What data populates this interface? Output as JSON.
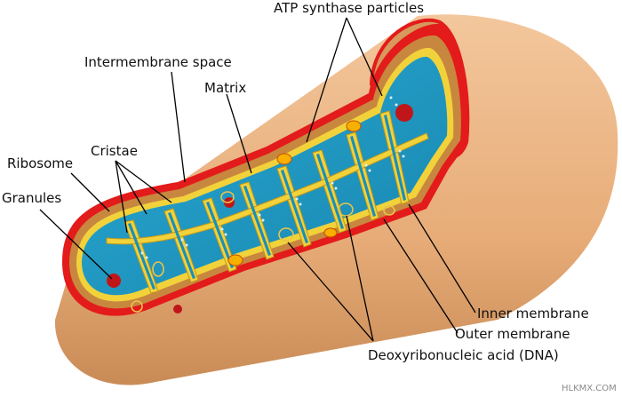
{
  "diagram": {
    "labels": {
      "atp_synthase": "ATP synthase particles",
      "intermembrane_space": "Intermembrane space",
      "matrix": "Matrix",
      "ribosome": "Ribosome",
      "cristae": "Cristae",
      "granules": "Granules",
      "inner_membrane": "Inner membrane",
      "outer_membrane": "Outer membrane",
      "dna": "Deoxyribonucleic acid (DNA)"
    },
    "watermark": "HLKMX.COM"
  },
  "colors": {
    "outer_body": "#e9b27e",
    "outer_membrane": "#e31b1b",
    "intermembrane": "#c8873f",
    "inner_membrane": "#f2d23a",
    "matrix": "#1f9bc4",
    "granule": "#c0161a",
    "leader": "#000000"
  }
}
